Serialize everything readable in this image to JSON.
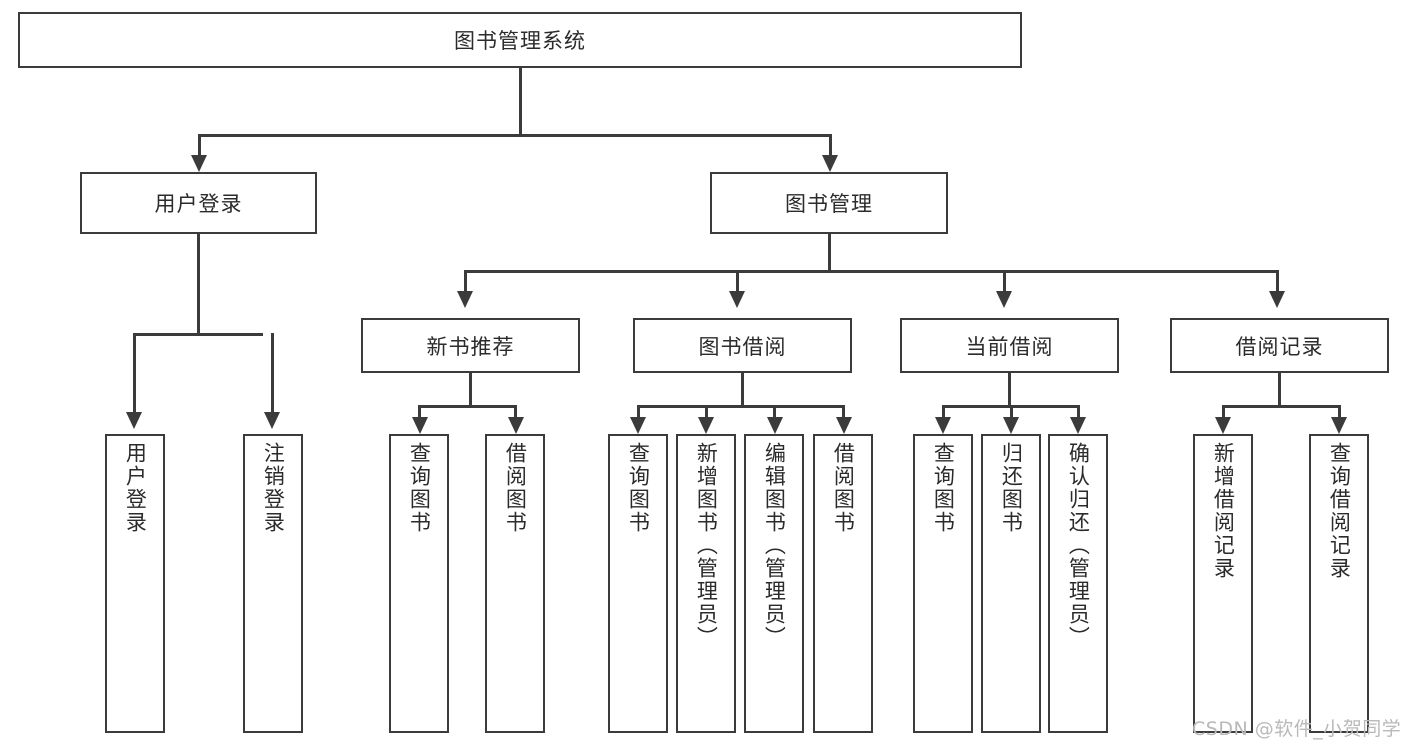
{
  "diagram": {
    "title_node": {
      "label": "图书管理系统"
    },
    "level2": [
      {
        "label": "用户登录"
      },
      {
        "label": "图书管理"
      }
    ],
    "level3": [
      {
        "label": "新书推荐"
      },
      {
        "label": "图书借阅"
      },
      {
        "label": "当前借阅"
      },
      {
        "label": "借阅记录"
      }
    ],
    "leaves": {
      "user_login": [
        {
          "label": "用户登录"
        },
        {
          "label": "注销登录"
        }
      ],
      "new_book_recommend": [
        {
          "label": "查询图书"
        },
        {
          "label": "借阅图书"
        }
      ],
      "book_borrow": [
        {
          "label": "查询图书"
        },
        {
          "label": "新增图书（管理员）"
        },
        {
          "label": "编辑图书（管理员）"
        },
        {
          "label": "借阅图书"
        }
      ],
      "current_borrow": [
        {
          "label": "查询图书"
        },
        {
          "label": "归还图书"
        },
        {
          "label": "确认归还（管理员）"
        }
      ],
      "borrow_record": [
        {
          "label": "新增借阅记录"
        },
        {
          "label": "查询借阅记录"
        }
      ]
    }
  },
  "watermark": {
    "text": "CSDN @软件_小贺同学"
  },
  "colors": {
    "line": "#3b3b3b",
    "text": "#2b2b2b",
    "background": "#ffffff",
    "watermark": "#b9b9b9"
  }
}
